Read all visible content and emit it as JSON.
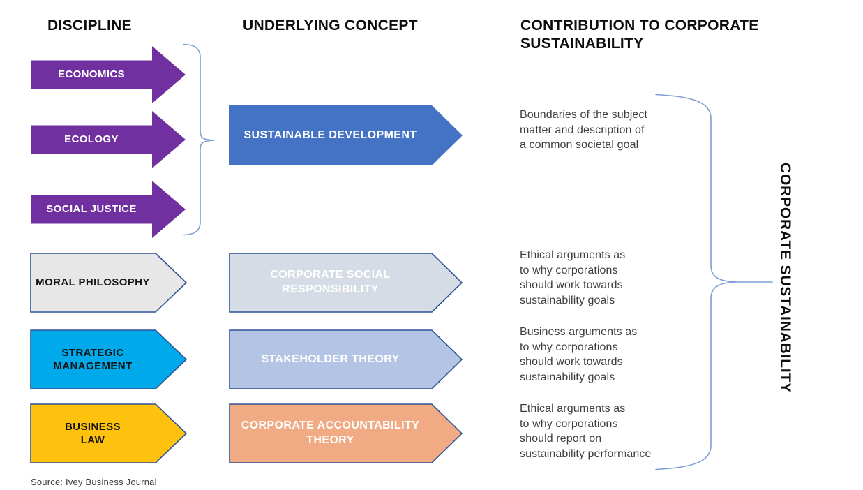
{
  "headers": {
    "discipline": "DISCIPLINE",
    "concept": "UNDERLYING CONCEPT",
    "contribution": "CONTRIBUTION TO CORPORATE\nSUSTAINABILITY"
  },
  "disciplines": [
    {
      "label": "ECONOMICS",
      "fill": "#7030A0"
    },
    {
      "label": "ECOLOGY",
      "fill": "#7030A0"
    },
    {
      "label": "SOCIAL JUSTICE",
      "fill": "#7030A0"
    },
    {
      "label": "MORAL PHILOSOPHY",
      "fill": "#E8E7E7"
    },
    {
      "label": "STRATEGIC\nMANAGEMENT",
      "fill": "#00A9EA"
    },
    {
      "label": "BUSINESS\nLAW",
      "fill": "#FEC10D"
    }
  ],
  "concepts": [
    {
      "label": "SUSTAINABLE DEVELOPMENT",
      "fill": "#4472C4"
    },
    {
      "label": "CORPORATE SOCIAL\nRESPONSIBILITY",
      "fill": "#D6DCE5"
    },
    {
      "label": "STAKEHOLDER THEORY",
      "fill": "#B3C4E5"
    },
    {
      "label": "CORPORATE ACCOUNTABILITY\nTHEORY",
      "fill": "#F0AA84"
    }
  ],
  "contributions": [
    "Boundaries of the subject\nmatter and description of\na common societal goal",
    "Ethical arguments as\nto why corporations\nshould work towards\nsustainability goals",
    "Business arguments as\nto why corporations\nshould work towards\nsustainability goals",
    "Ethical arguments as\nto why corporations\nshould report on\nsustainability performance"
  ],
  "outcome": "CORPORATE SUSTAINABILITY",
  "source": "Source: Ivey Business Journal",
  "colors": {
    "shape_border": "#2E5395",
    "brace": "#7F9ED6",
    "heading_text": "#0D0D0D",
    "body_text": "#3E3E3E"
  }
}
